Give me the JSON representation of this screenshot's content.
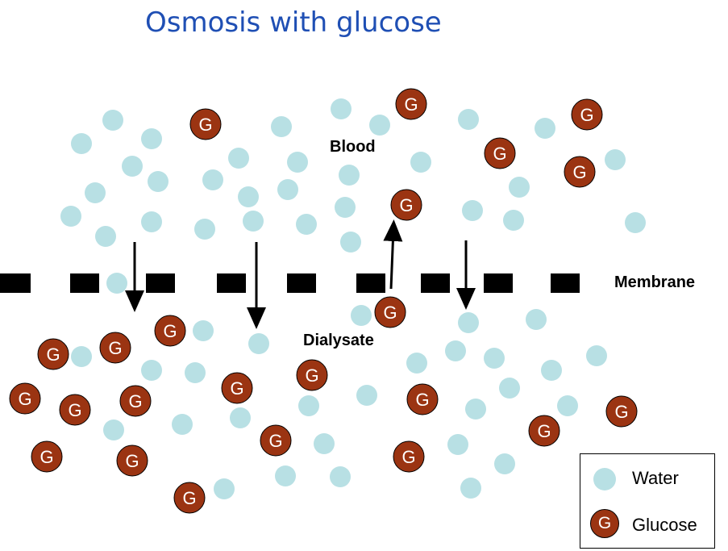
{
  "title": "Osmosis with glucose",
  "labels": {
    "blood": "Blood",
    "membrane": "Membrane",
    "dialysate": "Dialysate"
  },
  "glucose_symbol": "G",
  "legend": {
    "water": "Water",
    "glucose": "Glucose"
  },
  "colors": {
    "water": "#b8e0e4",
    "glucose": "#9b3412",
    "title": "#1f4fb4"
  }
}
